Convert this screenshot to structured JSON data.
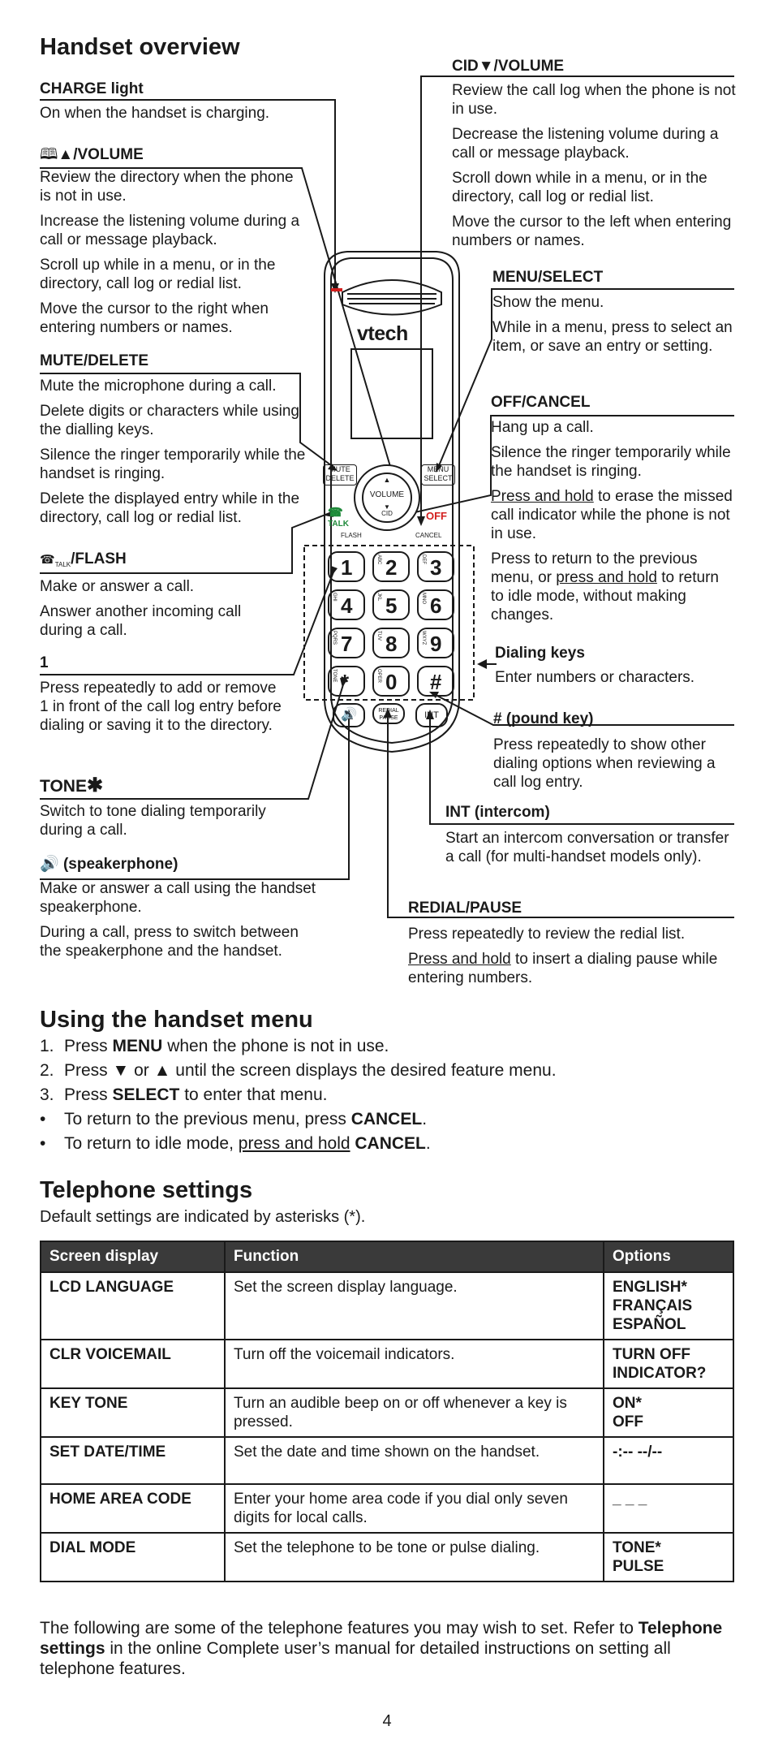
{
  "overview": {
    "title": "Handset overview",
    "left": [
      {
        "id": "charge",
        "label": "CHARGE light",
        "lines": [
          "On when the handset is charging."
        ]
      },
      {
        "id": "dirvol",
        "label": "/VOLUME",
        "lines": [
          "Review the directory when the phone is not in use.",
          "Increase the listening volume during a call or message playback.",
          "Scroll up while in a menu, or in the directory, call log or redial list.",
          "Move the cursor to the right when entering numbers or names."
        ]
      },
      {
        "id": "mute",
        "label": "MUTE/DELETE",
        "lines": [
          "Mute the microphone during a call.",
          "Delete digits or characters while using the dialling keys.",
          "Silence the ringer temporarily while the handset is ringing.",
          "Delete the displayed entry while in the directory, call log or redial list."
        ]
      },
      {
        "id": "talk",
        "label": "/FLASH",
        "lines": [
          "Make or answer a call.",
          "Answer another incoming call during a call."
        ]
      },
      {
        "id": "one",
        "label": "1",
        "lines": [
          "Press repeatedly to add or remove 1 in front of the call log entry before dialing or saving it to the directory."
        ]
      },
      {
        "id": "tone",
        "label": "TONE",
        "lines": [
          "Switch to tone dialing temporarily during a call."
        ]
      },
      {
        "id": "speaker",
        "label": "(speakerphone)",
        "lines": [
          "Make or answer a call using the handset speakerphone.",
          "During a call, press to switch between the speakerphone and the handset."
        ]
      }
    ],
    "right": [
      {
        "id": "cid",
        "label": "CID/VOLUME",
        "lines": [
          "Review the call log when the phone is not in use.",
          "Decrease the listening volume during a call or message playback.",
          "Scroll down while in a menu, or in the directory, call log or redial list.",
          "Move the cursor to the left when entering numbers or names."
        ]
      },
      {
        "id": "menu",
        "label": "MENU/SELECT",
        "lines": [
          "Show the menu.",
          "While in a menu, press to select an item, or save an entry or setting."
        ]
      },
      {
        "id": "off",
        "label": "OFF/CANCEL",
        "lines": [
          "Hang up a call.",
          "Silence the ringer temporarily while the handset is ringing.",
          "Press and hold to erase the missed call indicator while the phone is not in use.",
          "Press to return to the previous menu, or press and hold to return to idle mode, without making changes."
        ]
      },
      {
        "id": "dial",
        "label": "Dialing keys",
        "lines": [
          "Enter numbers or characters."
        ]
      },
      {
        "id": "pound",
        "label": "# (pound key)",
        "lines": [
          "Press repeatedly to show other dialing options when reviewing a call log entry."
        ]
      },
      {
        "id": "int",
        "label": "INT (intercom)",
        "lines": [
          "Start an intercom conversation or transfer a call (for multi-handset models only)."
        ]
      },
      {
        "id": "redial",
        "label": "REDIAL/PAUSE",
        "lines": [
          "Press repeatedly to review the redial list.",
          "Press and hold to insert a dialing pause while entering numbers."
        ]
      }
    ],
    "phone": {
      "brand": "vtech",
      "mute_label": "MUTE",
      "delete_label": "DELETE",
      "menu_label": "MENU",
      "select_label": "SELECT",
      "volume_label": "VOLUME",
      "cid_label": "CID",
      "talk_label": "TALK",
      "off_label": "OFF",
      "flash_label": "FLASH",
      "cancel_label": "CANCEL",
      "keys": [
        {
          "num": "1",
          "sub": ""
        },
        {
          "num": "2",
          "sub": "ABC"
        },
        {
          "num": "3",
          "sub": "DEF"
        },
        {
          "num": "4",
          "sub": "GHI"
        },
        {
          "num": "5",
          "sub": "JKL"
        },
        {
          "num": "6",
          "sub": "MNO"
        },
        {
          "num": "7",
          "sub": "PQRS"
        },
        {
          "num": "8",
          "sub": "TUV"
        },
        {
          "num": "9",
          "sub": "WXYZ"
        },
        {
          "num": "*",
          "sub": "TONE"
        },
        {
          "num": "0",
          "sub": "OPER"
        },
        {
          "num": "#",
          "sub": ""
        }
      ],
      "redial_label": "REDIAL",
      "pause_label": "PAUSE",
      "int_label": "INT",
      "colors": {
        "accent_red": "#d3201f",
        "talk_green": "#1f8a3a"
      }
    }
  },
  "menu_section": {
    "title": "Using the handset menu",
    "items": [
      {
        "marker": "1.",
        "pre": "Press ",
        "bold": "MENU",
        "post": " when the phone is not in use."
      },
      {
        "marker": "2.",
        "pre": "Press ▼ or ▲ until the screen displays the desired feature menu.",
        "bold": "",
        "post": ""
      },
      {
        "marker": "3.",
        "pre": "Press ",
        "bold": "SELECT",
        "post": " to enter that menu."
      },
      {
        "marker": "•",
        "pre": "To return to the previous menu, press ",
        "bold": "CANCEL",
        "post": "."
      },
      {
        "marker": "•",
        "pre": "To return to idle mode, ",
        "underline": "press and hold",
        "bold": "CANCEL",
        "post": "."
      }
    ]
  },
  "settings": {
    "title": "Telephone settings",
    "subtitle": "Default settings are indicated by asterisks (*).",
    "headers": [
      "Screen display",
      "Function",
      "Options"
    ],
    "rows": [
      {
        "display": "LCD LANGUAGE",
        "function": "Set the screen display language.",
        "options": [
          "ENGLISH*",
          "FRANÇAIS",
          "ESPAÑOL"
        ]
      },
      {
        "display": "CLR VOICEMAIL",
        "function": "Turn off the voicemail indicators.",
        "options": [
          "TURN OFF",
          "INDICATOR?"
        ]
      },
      {
        "display": "KEY TONE",
        "function": "Turn an audible beep on or off whenever a key is pressed.",
        "options": [
          "ON*",
          "OFF"
        ]
      },
      {
        "display": "SET DATE/TIME",
        "function": "Set the date and time shown on the handset.",
        "options": [
          "-:-- --/--"
        ]
      },
      {
        "display": "HOME AREA CODE",
        "function": "Enter your home area code if you dial only seven digits for local calls.",
        "options": [
          "_ _ _"
        ]
      },
      {
        "display": "DIAL MODE",
        "function": "Set the telephone to be tone or pulse dialing.",
        "options": [
          "TONE*",
          "PULSE"
        ]
      }
    ],
    "footer_pre": "The following are some of the telephone features you may wish to set. Refer to ",
    "footer_bold": "Telephone settings",
    "footer_post": " in the online Complete user’s manual for detailed instructions on setting all telephone features."
  },
  "page_number": "4"
}
